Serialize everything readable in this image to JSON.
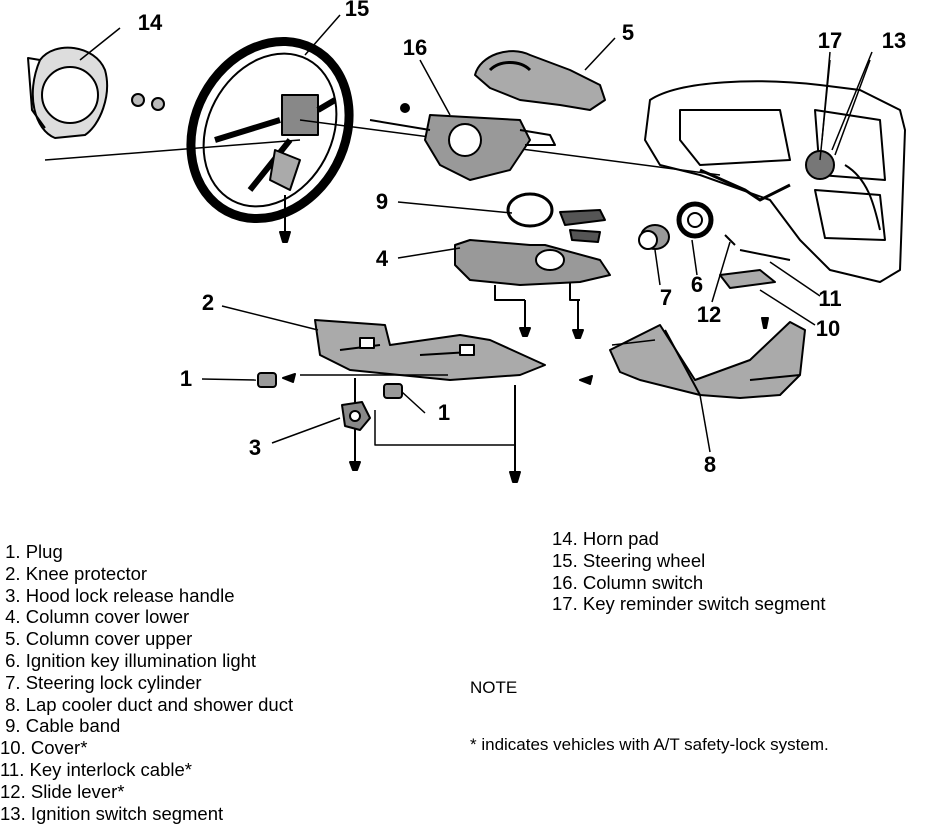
{
  "callouts": {
    "c1a": "1",
    "c1b": "1",
    "c2": "2",
    "c3": "3",
    "c4": "4",
    "c5": "5",
    "c6": "6",
    "c7": "7",
    "c8": "8",
    "c9": "9",
    "c10": "10",
    "c11": "11",
    "c12": "12",
    "c13": "13",
    "c14": "14",
    "c15": "15",
    "c16": "16",
    "c17": "17"
  },
  "legend_left": [
    " 1. Plug",
    " 2. Knee protector",
    " 3. Hood lock release handle",
    " 4. Column cover lower",
    " 5. Column cover upper",
    " 6. Ignition key illumination light",
    " 7. Steering lock cylinder",
    " 8. Lap cooler duct and shower duct",
    " 9. Cable band",
    "10. Cover*",
    "11. Key interlock cable*",
    "12. Slide lever*",
    "13. Ignition switch segment"
  ],
  "legend_right": [
    "14. Horn pad",
    "15. Steering wheel",
    "16. Column switch",
    "17. Key reminder switch segment"
  ],
  "note": {
    "title": "NOTE",
    "text": "* indicates vehicles with A/T safety-lock system."
  }
}
